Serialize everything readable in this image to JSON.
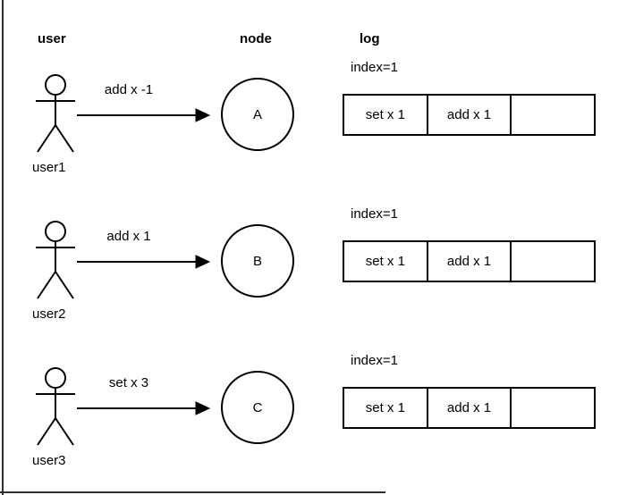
{
  "page": {
    "background": "#ffffff",
    "frame_color": "#2e2e2e",
    "stroke_color": "#000000"
  },
  "headers": {
    "user": "user",
    "node": "node",
    "log": "log"
  },
  "rows": [
    {
      "user_label": "user1",
      "request": "add x -1",
      "node_label": "A",
      "log": {
        "index_label": "index=1",
        "entries": [
          "set x 1",
          "add x 1",
          ""
        ]
      }
    },
    {
      "user_label": "user2",
      "request": "add x 1",
      "node_label": "B",
      "log": {
        "index_label": "index=1",
        "entries": [
          "set x 1",
          "add x 1",
          ""
        ]
      }
    },
    {
      "user_label": "user3",
      "request": "set x 3",
      "node_label": "C",
      "log": {
        "index_label": "index=1",
        "entries": [
          "set x 1",
          "add x 1",
          ""
        ]
      }
    }
  ]
}
